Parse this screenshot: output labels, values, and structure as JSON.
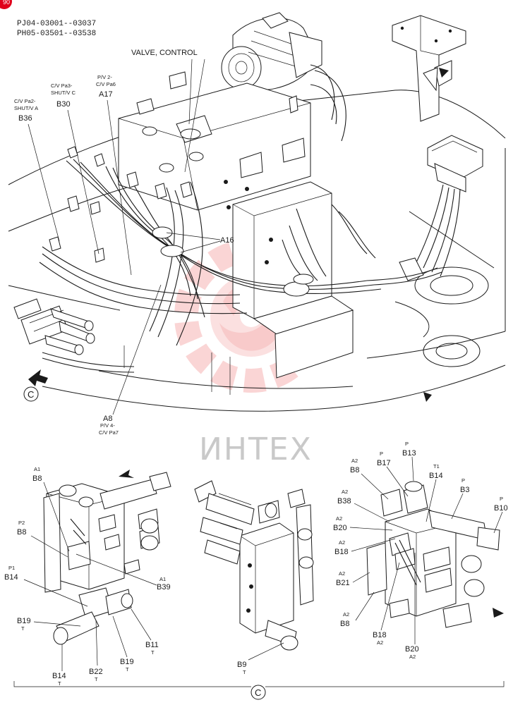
{
  "header": {
    "serial_1": "PJ04-03001--03037",
    "serial_2": "PH05-03501--03538",
    "page_marker": "90"
  },
  "watermark": {
    "text": "ИНТЕХ"
  },
  "main_view": {
    "valve_control": "VALVE, CONTROL",
    "b36_desc_1": "C/V Pa2-",
    "b36_desc_2": "SHUT/V A",
    "b36": "B36",
    "b30_desc_1": "C/V Pa3-",
    "b30_desc_2": "SHUT/V C",
    "b30": "B30",
    "a17_desc_1": "P/V 2-",
    "a17_desc_2": "C/V Pa6",
    "a17": "A17",
    "a16": "A16",
    "a8": "A8",
    "a8_desc_1": "P/V 4-",
    "a8_desc_2": "C/V Pa7",
    "view_c": "C"
  },
  "detail_left": {
    "a1_top_sub": "A1",
    "b8_top": "B8",
    "p2_sub": "P2",
    "b8_mid": "B8",
    "p1_sub": "P1",
    "b14_left": "B14",
    "a1_right_sub": "A1",
    "b39": "B39",
    "b19_left": "B19",
    "b19_left_sub": "T",
    "b14_bottom": "B14",
    "b14_bottom_sub": "T",
    "b22": "B22",
    "b22_sub": "T",
    "b19_bottom": "B19",
    "b19_bottom_sub": "T",
    "b11": "B11",
    "b11_sub": "T"
  },
  "detail_middle": {
    "b9": "B9",
    "b9_sub": "T",
    "view_c": "C"
  },
  "detail_right": {
    "a2_b8_sub": "A2",
    "b8_top": "B8",
    "p_b17_sub": "P",
    "b17": "B17",
    "p_b13_sub": "P",
    "b13": "B13",
    "t1_sub": "T1",
    "b14": "B14",
    "p_b3_sub": "P",
    "b3": "B3",
    "p_b10_sub": "P",
    "b10": "B10",
    "a2_b38_sub": "A2",
    "b38": "B38",
    "a2_b20_sub": "A2",
    "b20_left": "B20",
    "a2_b18_sub": "A2",
    "b18_left": "B18",
    "a2_b21_sub": "A2",
    "b21": "B21",
    "a2_b8b_sub": "A2",
    "b8_bottom": "B8",
    "b18_bottom": "B18",
    "b18_bottom_sub": "A2",
    "b20_bottom": "B20",
    "b20_bottom_sub": "A2"
  }
}
